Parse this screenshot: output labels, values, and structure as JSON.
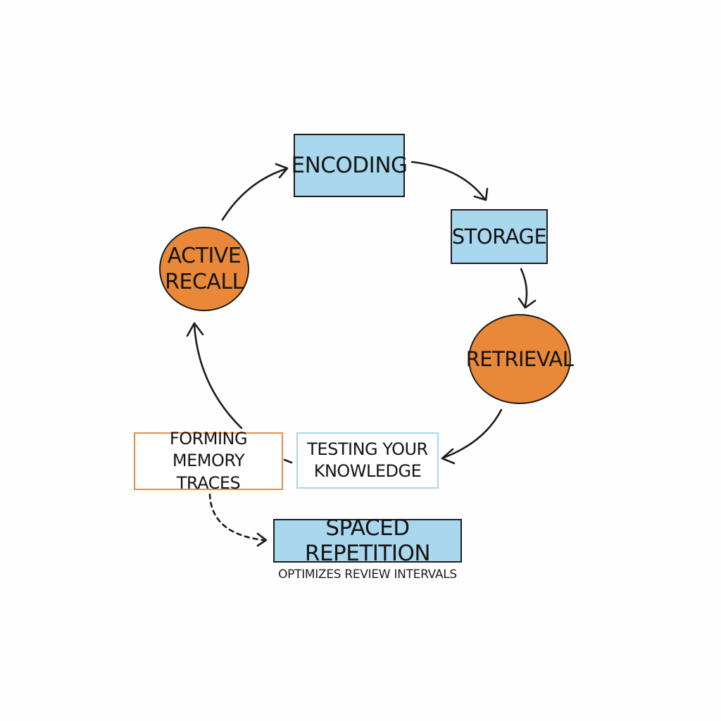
{
  "nodes": {
    "encoding": "ENCODING",
    "storage": "STORAGE",
    "retrieval": "RETRIEVAL",
    "active_recall_line1": "ACTIVE",
    "active_recall_line2": "RECALL",
    "forming_line1": "FORMING MEMORY",
    "forming_line2": "TRACES",
    "testing_line1": "TESTING YOUR",
    "testing_line2": "KNOWLEDGE",
    "spaced_repetition": "SPACED REPETITION"
  },
  "caption": "OPTIMIZES REVIEW INTERVALS",
  "colors": {
    "blue_fill": "#a9d7ee",
    "orange_fill": "#e98838",
    "outline": "#1c1c1c"
  }
}
